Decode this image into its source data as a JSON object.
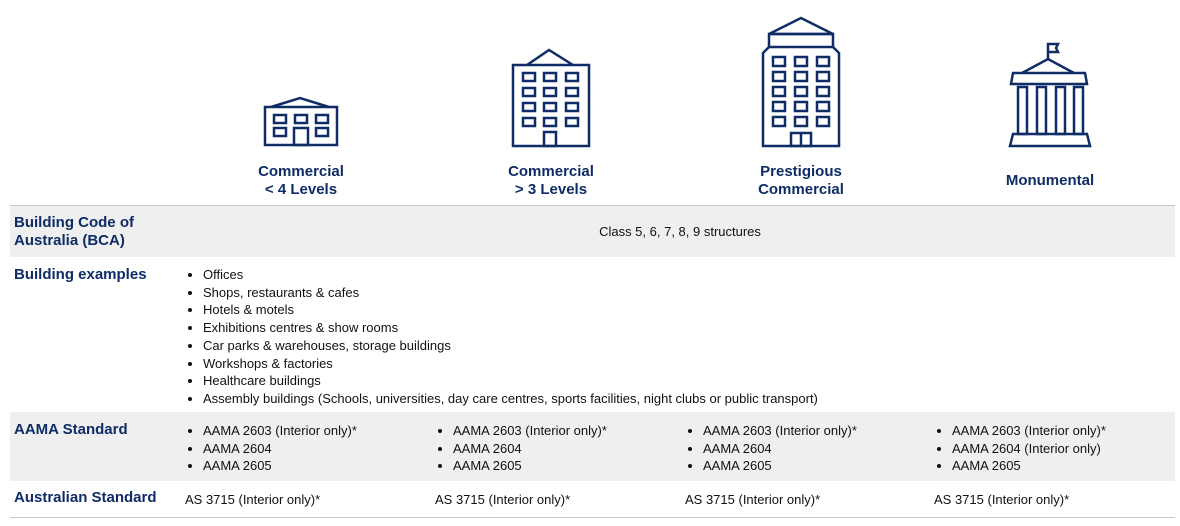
{
  "header": {
    "columns": [
      {
        "label_line1": "Commercial",
        "label_line2": "< 4 Levels",
        "icon": "low-rise-building-icon"
      },
      {
        "label_line1": "Commercial",
        "label_line2": "> 3 Levels",
        "icon": "mid-rise-building-icon"
      },
      {
        "label_line1": "Prestigious",
        "label_line2": "Commercial",
        "icon": "high-rise-building-icon"
      },
      {
        "label_line1": "Monumental",
        "label_line2": "",
        "icon": "monument-building-icon"
      }
    ]
  },
  "rows": {
    "bca": {
      "label_line1": "Building Code of",
      "label_line2": "Australia (BCA)",
      "value": "Class 5, 6, 7, 8, 9 structures"
    },
    "examples": {
      "label": "Building examples",
      "items": [
        "Offices",
        "Shops, restaurants & cafes",
        "Hotels & motels",
        "Exhibitions centres & show rooms",
        "Car parks & warehouses, storage buildings",
        "Workshops & factories",
        "Healthcare buildings",
        "Assembly buildings (Schools, universities, day care centres, sports facilities, night clubs or public transport)"
      ]
    },
    "aama": {
      "label": "AAMA Standard",
      "columns": [
        [
          "AAMA 2603 (Interior only)*",
          "AAMA 2604",
          "AAMA 2605"
        ],
        [
          "AAMA 2603 (Interior only)*",
          "AAMA 2604",
          "AAMA 2605"
        ],
        [
          "AAMA 2603 (Interior only)*",
          "AAMA 2604",
          "AAMA 2605"
        ],
        [
          "AAMA 2603 (Interior only)*",
          "AAMA 2604 (Interior only)",
          "AAMA 2605"
        ]
      ]
    },
    "australian": {
      "label": "Australian Standard",
      "columns": [
        "AS 3715 (Interior only)*",
        "AS 3715 (Interior only)*",
        "AS 3715 (Interior only)*",
        "AS 3715 (Interior only)*"
      ]
    }
  }
}
